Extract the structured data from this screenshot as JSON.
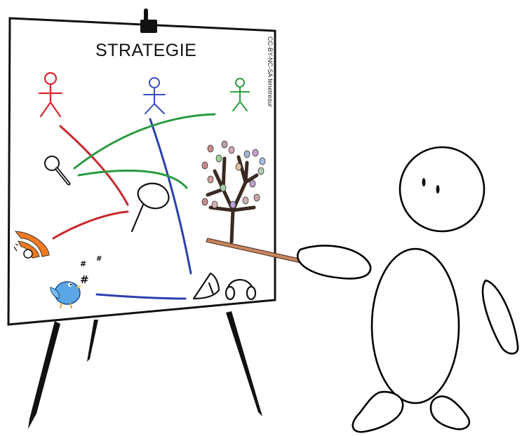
{
  "board": {
    "title": "STRATEGIE",
    "credit": "CC-BY-NC-SA fenetresur"
  },
  "figures": [
    {
      "name": "person-red",
      "color": "#d9262a"
    },
    {
      "name": "person-blue",
      "color": "#3a4bbf"
    },
    {
      "name": "person-green",
      "color": "#2e9d3e"
    }
  ],
  "colors": {
    "red": "#c8282b",
    "blue": "#2b3fb0",
    "green": "#2a9a40",
    "pointer": "#c8865f",
    "rss": "#f07a22",
    "bird": "#5aa6e6",
    "tree_trunk": "#3a2a22"
  },
  "icons": [
    "magnifier-icon",
    "butterfly-net-icon",
    "rss-icon",
    "bird-icon",
    "hashtag-icon",
    "megaphone-icon",
    "headphones-icon",
    "tree-icon"
  ]
}
